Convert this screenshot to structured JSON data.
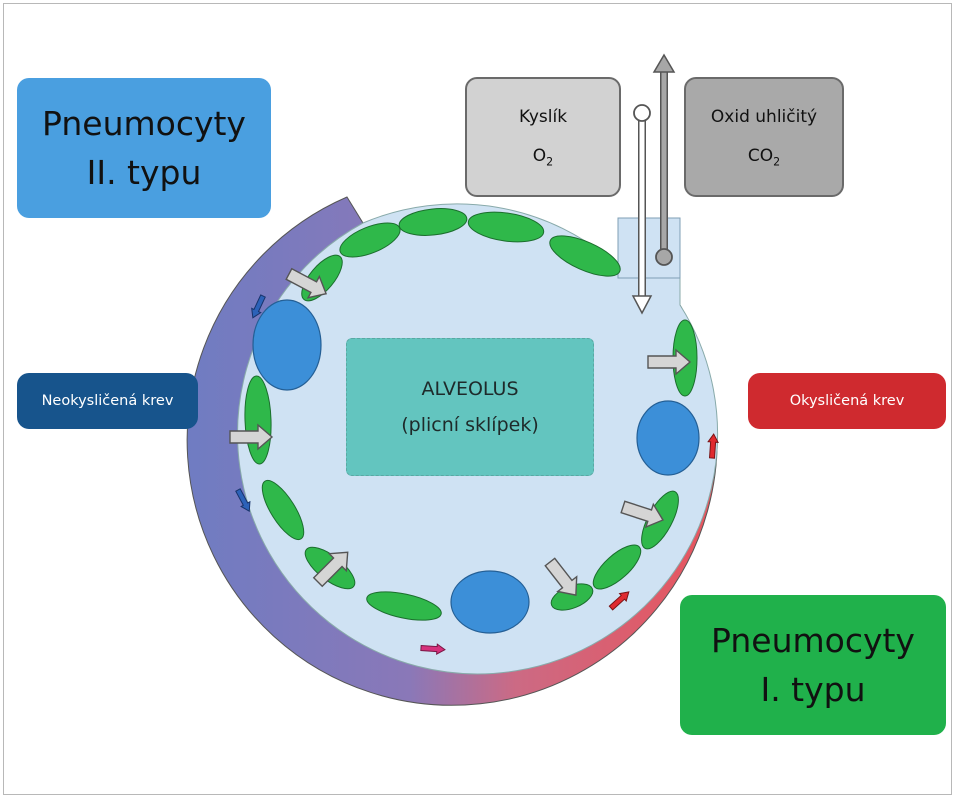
{
  "type2_box": {
    "line1": "Pneumocyty",
    "line2": "II. typu"
  },
  "type1_box": {
    "line1": "Pneumocyty",
    "line2": "I. typu"
  },
  "oxygen_box": {
    "name": "Kyslík",
    "formula_base": "O",
    "formula_sub": "2"
  },
  "co2_box": {
    "name": "Oxid uhličitý",
    "formula_base": "CO",
    "formula_sub": "2"
  },
  "deoxygenated_label": "Neokysličená krev",
  "oxygenated_label": "Okysličená krev",
  "alveolus": {
    "line1": "ALVEOLUS",
    "line2": "(plicní sklípek)"
  },
  "colors": {
    "type2_blue": "#4a9fe0",
    "type1_green": "#20b14b",
    "deoxygenated_blood": "#7a7ec4",
    "oxygenated_blood": "#e2585f",
    "alveolar_air": "#cfe2f3",
    "label_blue": "#17548c",
    "label_red": "#cf2a2f"
  }
}
